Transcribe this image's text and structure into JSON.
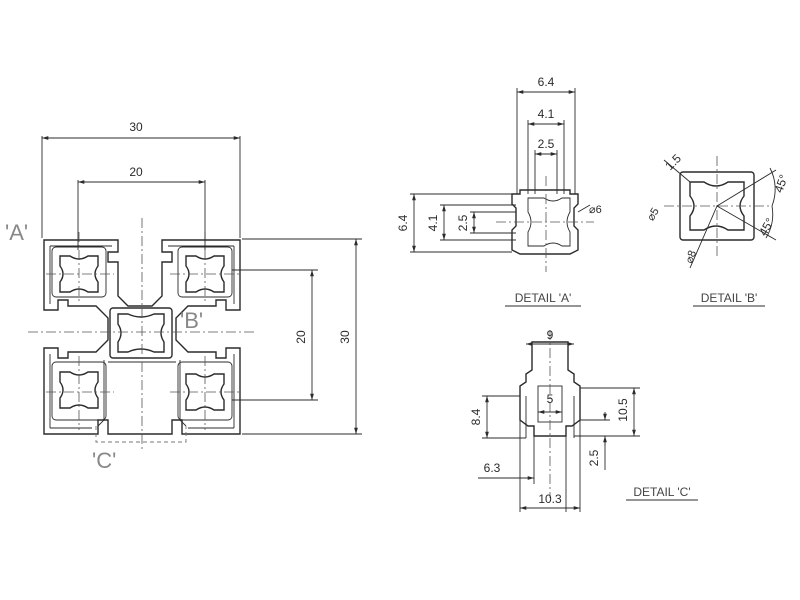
{
  "main_view": {
    "dims": {
      "width_overall": "30",
      "width_inner": "20",
      "height_inner": "20",
      "height_overall": "30"
    },
    "labels": {
      "detail_a": "'A'",
      "detail_b": "'B'",
      "detail_c": "'C'"
    }
  },
  "detail_a": {
    "caption": "DETAIL 'A'",
    "dims": {
      "top_64": "6.4",
      "top_41": "4.1",
      "top_25": "2.5",
      "left_64": "6.4",
      "left_41": "4.1",
      "left_25": "2.5",
      "dia_6": "⌀6"
    }
  },
  "detail_b": {
    "caption": "DETAIL 'B'",
    "dims": {
      "r15": "1.5",
      "d5": "⌀5",
      "d8": "⌀8",
      "a45_top": "45°",
      "a45_bot": "45°"
    }
  },
  "detail_c": {
    "caption": "DETAIL 'C'",
    "dims": {
      "top_9": "9",
      "inner_5": "5",
      "left_84": "8.4",
      "right_105": "10.5",
      "right_25": "2.5",
      "bot_63": "6.3",
      "bot_103": "10.3"
    }
  }
}
